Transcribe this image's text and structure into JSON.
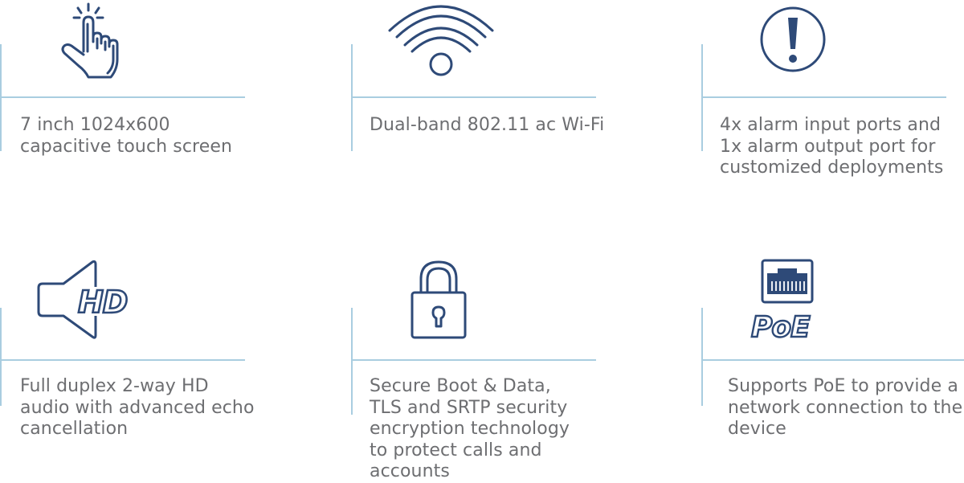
{
  "colors": {
    "icon_stroke": "#2e4a78",
    "divider": "#a9cde0",
    "text": "#6d6e71"
  },
  "features": [
    {
      "icon": "touch-hand-icon",
      "lines": [
        "7 inch 1024x600",
        "capacitive touch screen"
      ]
    },
    {
      "icon": "wifi-icon",
      "lines": [
        "Dual-band 802.11 ac Wi-Fi"
      ]
    },
    {
      "icon": "alarm-exclamation-icon",
      "lines": [
        "4x alarm input ports and",
        "1x alarm output port for",
        "customized deployments"
      ]
    },
    {
      "icon": "hd-audio-icon",
      "icon_text": "HD",
      "lines": [
        "Full duplex 2-way HD",
        "audio with advanced echo",
        "cancellation"
      ]
    },
    {
      "icon": "padlock-icon",
      "lines": [
        "Secure Boot & Data,",
        "TLS and SRTP security",
        "encryption technology",
        "to protect calls and",
        "accounts"
      ]
    },
    {
      "icon": "poe-icon",
      "icon_text": "PoE",
      "lines": [
        "Supports PoE to provide a",
        "network connection to the",
        "device"
      ]
    }
  ]
}
